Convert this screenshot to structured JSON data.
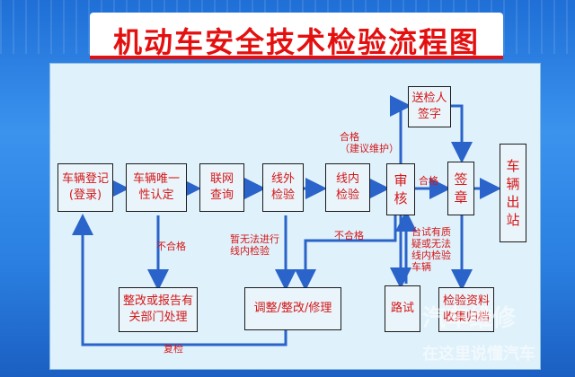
{
  "title": "机动车安全技术检验流程图",
  "boxes": {
    "register": "车辆登记\n(登录)",
    "unique": "车辆唯一\n性认定",
    "network": "联网\n查询",
    "outside": "线外\n检验",
    "inside": "线内\n检验",
    "review": "审\n核",
    "send": "送检人\n签字",
    "sign": "签\n章",
    "exit": "车\n辆\n出\n站",
    "rectify_report": "整改或报告有\n关部门处理",
    "adjust": "调整/整改/修理",
    "road": "路试",
    "archive": "检验资料\n收集归档"
  },
  "labels": {
    "pass_suggest": "合格\n（建议维护）",
    "pass": "合格",
    "fail_1": "不合格",
    "fail_2": "不合格",
    "cannot_inline": "暂无法进行\n线内检验",
    "bench_doubt": "台试有质\n疑或无法\n线内检验\n车辆",
    "recheck": "复检"
  },
  "watermark": {
    "line1": "汽车维修",
    "line2": "在这里说懂汽车"
  },
  "colors": {
    "title": "#e41010",
    "box_text": "#d61616",
    "arrow": "#2a63c9",
    "background": "#2a7fe0"
  }
}
